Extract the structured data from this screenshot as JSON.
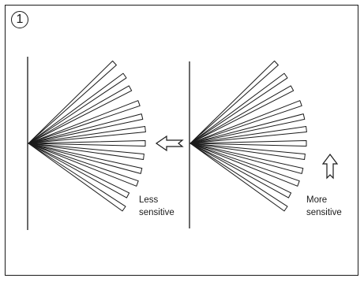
{
  "step_number": "1",
  "left_panel": {
    "label_line1": "Less",
    "label_line2": "sensitive",
    "arrow_direction": "left"
  },
  "right_panel": {
    "label_line1": "More",
    "label_line2": "sensitive",
    "arrow_direction": "up"
  },
  "colors": {
    "stroke": "#1a1a1a",
    "fill": "#ffffff"
  }
}
